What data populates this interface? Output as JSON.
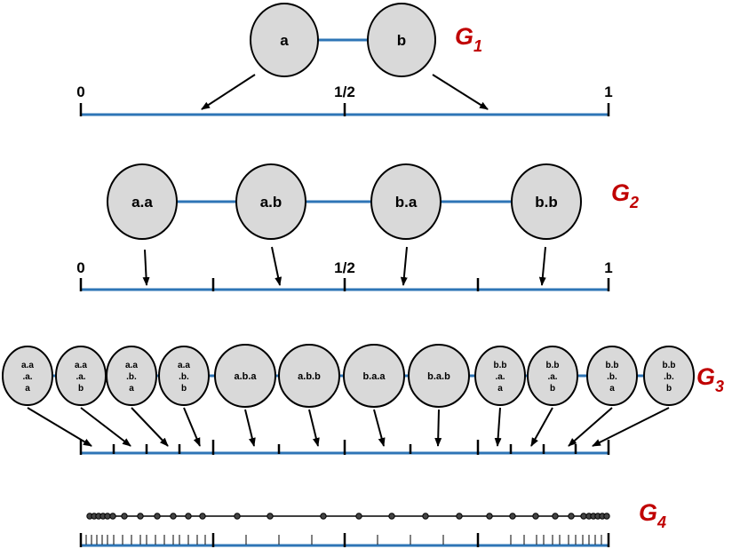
{
  "colors": {
    "edge": "#2e75b6",
    "node_fill": "#d9d9d9",
    "graph_label": "#c00000"
  },
  "g1": {
    "label": {
      "main": "G",
      "sub": "1"
    },
    "nodes": [
      "a",
      "b"
    ],
    "ticks": [
      "0",
      "1/2",
      "1"
    ]
  },
  "g2": {
    "label": {
      "main": "G",
      "sub": "2"
    },
    "nodes": [
      "a.a",
      "a.b",
      "b.a",
      "b.b"
    ],
    "ticks": [
      "0",
      "1/2",
      "1"
    ]
  },
  "g3": {
    "label": {
      "main": "G",
      "sub": "3"
    },
    "nodes": [
      [
        "a.a",
        ".a.",
        "a"
      ],
      [
        "a.a",
        ".a.",
        "b"
      ],
      [
        "a.a",
        ".b.",
        "a"
      ],
      [
        "a.a",
        ".b.",
        "b"
      ],
      [
        "a.b.a"
      ],
      [
        "a.b.b"
      ],
      [
        "b.a.a"
      ],
      [
        "b.a.b"
      ],
      [
        "b.b",
        ".a.",
        "a"
      ],
      [
        "b.b",
        ".a.",
        "b"
      ],
      [
        "b.b",
        ".b.",
        "a"
      ],
      [
        "b.b",
        ".b.",
        "b"
      ]
    ]
  },
  "g4": {
    "label": {
      "main": "G",
      "sub": "4"
    }
  }
}
